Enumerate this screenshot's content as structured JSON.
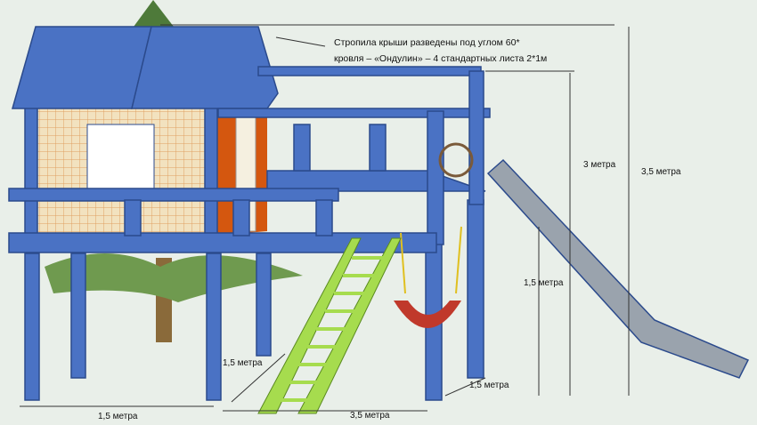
{
  "notes": {
    "rafters": "Стропила крыши разведены под углом 60*",
    "roofing": "кровля – «Ондулин» – 4 стандартных листа 2*1м"
  },
  "dimensions": {
    "platform_height_total": "3 метра",
    "overall_height": "3,5 метра",
    "deck_height": "1,5 метра",
    "ladder_depth": "1,5 метра",
    "right_depth": "1,5 метра",
    "house_width": "1,5 метра",
    "deck_width": "3,5 метра"
  },
  "colors": {
    "frame": "#4a72c4",
    "outline": "#2b4a8c",
    "wall_grid": "#f2e2bf",
    "accent_orange": "#d4570f",
    "ladder": "#a6dc4e",
    "slide": "#9aa3ad",
    "swing": "#c0392b"
  }
}
